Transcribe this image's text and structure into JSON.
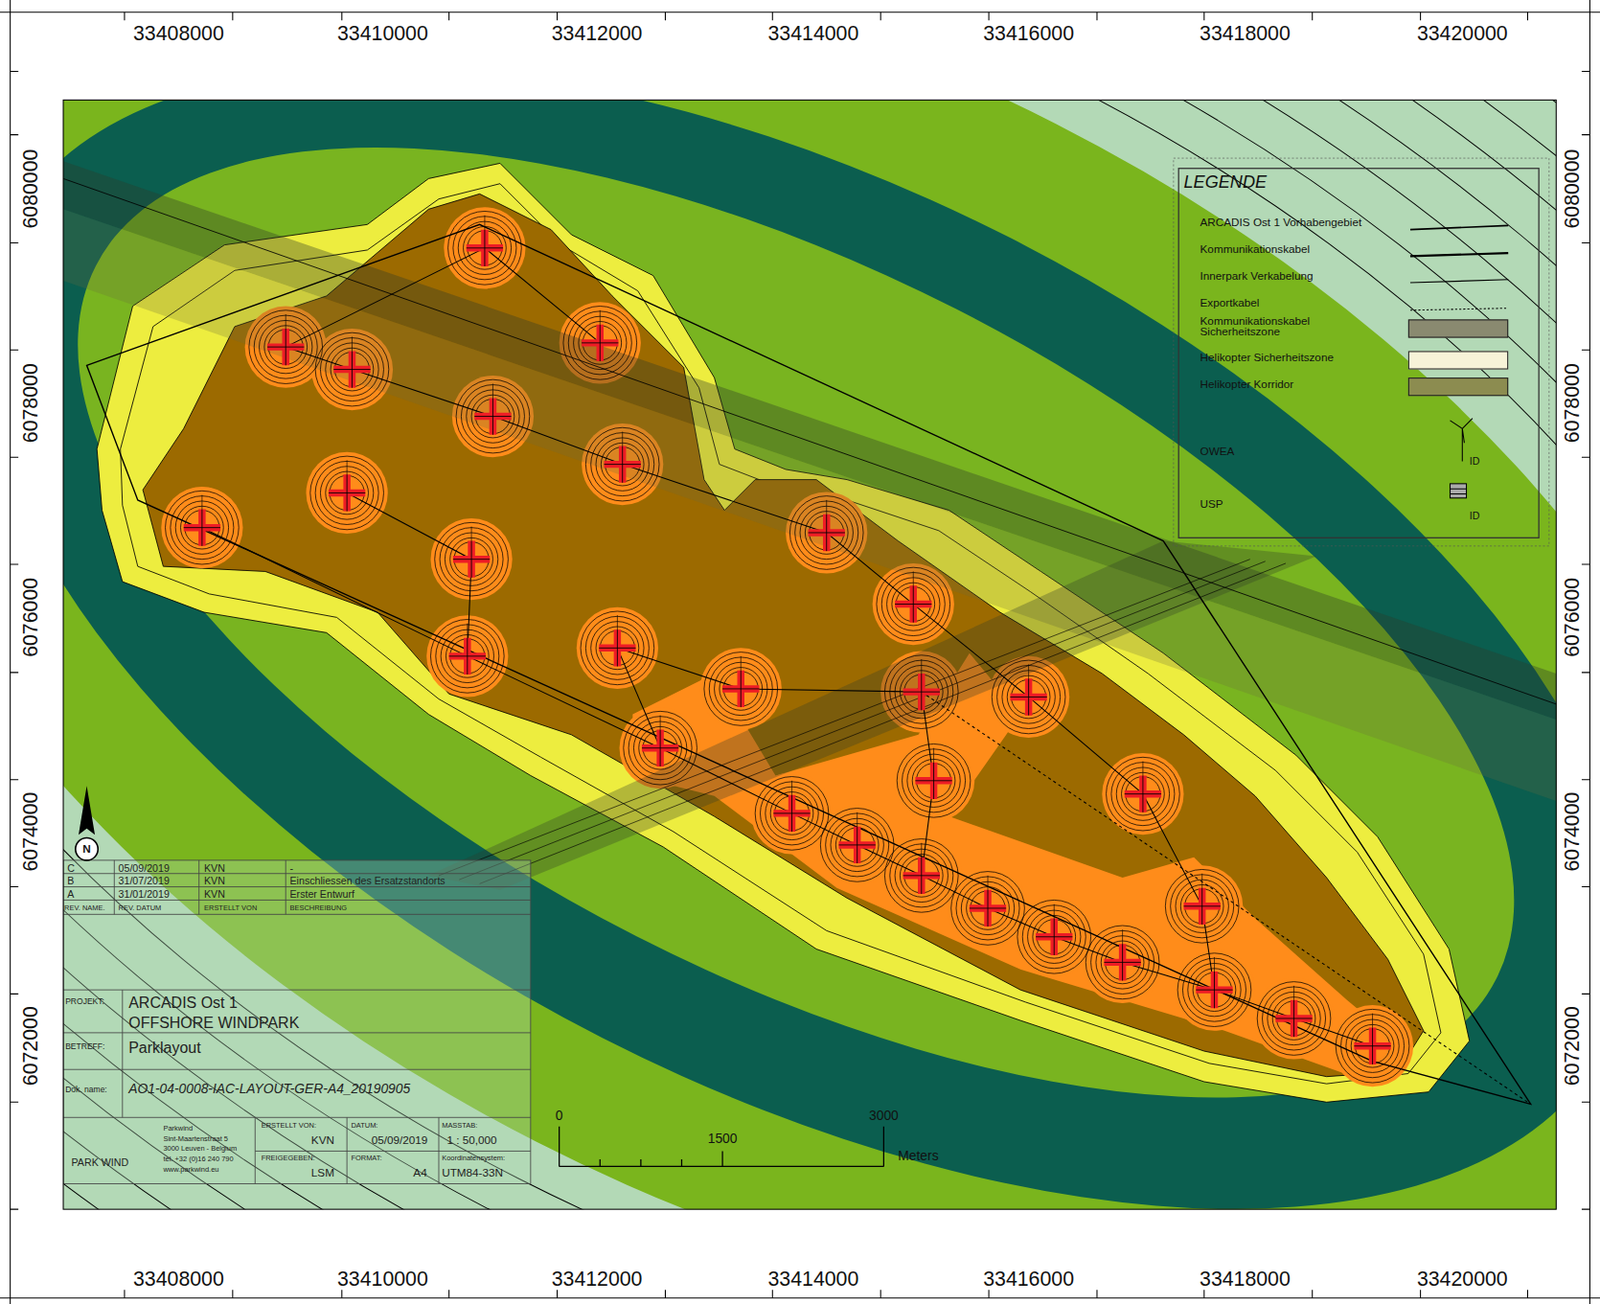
{
  "diagram": {
    "labels": [
      "33408000",
      "33410000",
      "33412000",
      "33414000",
      "33416000",
      "33418000",
      "33420000",
      "33408000",
      "33410000",
      "33412000",
      "33414000",
      "33416000",
      "33418000",
      "33420000",
      "6080000",
      "6078000",
      "6076000",
      "6074000",
      "6072000",
      "6080000",
      "6078000",
      "6076000",
      "6074000",
      "6072000",
      "LEGENDE",
      "ID",
      "ID",
      "N",
      "C",
      "05/09/2019",
      "KVN",
      "-",
      "B",
      "31/07/2019",
      "KVN",
      "Einschliessen des Ersatzstandorts",
      "A",
      "31/01/2019",
      "KVN",
      "Erster Entwurf",
      "REV. NAME.",
      "REV. DATUM",
      "ERSTELLT VON",
      "BESCHREIBUNG",
      "PROJEKT:",
      "ARCADIS Ost 1",
      "OFFSHORE WINDPARK",
      "BETREFF:",
      "Parklayout",
      "Dok. name:",
      "AO1-04-0008-IAC-LAYOUT-GER-A4_20190905",
      "PARK WIND",
      "Parkwind",
      "Sint-Maartenstraat 5",
      "3000 Leuven - Belgium",
      "tel. +32 (0)16 240 790",
      "www.parkwind.eu",
      "ERSTELLT VON:",
      "KVN",
      "DATUM:",
      "05/09/2019",
      "MASSTAB:",
      "1 : 50,000",
      "FREIGEGEBEN:",
      "LSM",
      "FORMAT:",
      "A4",
      "Koordinatensystem:",
      "UTM84-33N",
      "0",
      "1500",
      "3000",
      "Meters"
    ],
    "legend": [
      {
        "text": "ARCADIS Ost 1 Vorhabengebiet"
      },
      {
        "text": "Kommunikationskabel"
      },
      {
        "text": "Innerpark Verkabelung"
      },
      {
        "text": "Exportkabel"
      },
      {
        "text": "Kommunikationskabel Sicherheitszone",
        "color": "#8a8a70"
      },
      {
        "text": "Helikopter Sicherheitszone",
        "color": "#f7f3d8"
      },
      {
        "text": "Helikopter Korridor",
        "color": "#8c8c50"
      },
      {
        "text": "OWEA"
      },
      {
        "text": "USP"
      }
    ]
  }
}
